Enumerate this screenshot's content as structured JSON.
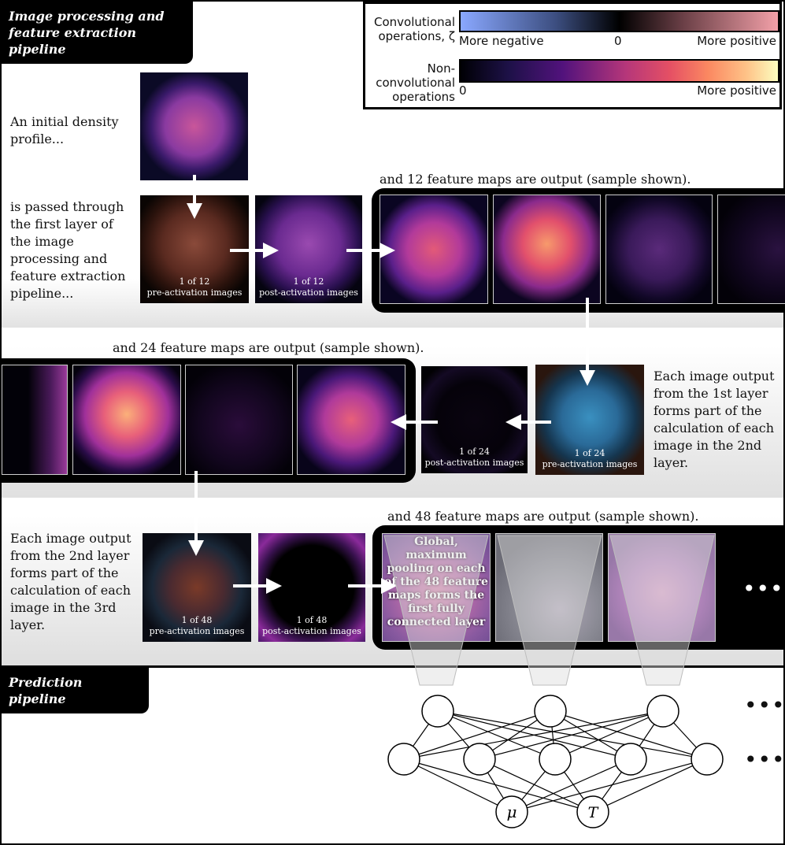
{
  "sections": {
    "feature_title": "Image processing and feature extraction pipeline",
    "prediction_title": "Prediction pipeline"
  },
  "legend": {
    "conv_label": "Convolutional operations, ζ",
    "conv_left": "More negative",
    "conv_mid": "0",
    "conv_right": "More positive",
    "nonconv_label": "Non-convolutional operations",
    "nonconv_left": "0",
    "nonconv_right": "More positive",
    "colors": {
      "conv": [
        "#8aa8ff",
        "#000000",
        "#f2a0a8"
      ],
      "nonconv": [
        "#000004",
        "#b5367a",
        "#fb8861",
        "#fcfdbf"
      ]
    }
  },
  "layer1": {
    "initial_text": "An initial density profile...",
    "passed_text": "is passed through the first layer of the image processing and feature extraction pipeline...",
    "pre_caption_1": "1 of 12",
    "pre_caption_2": "pre-activation images",
    "post_caption_1": "1 of 12",
    "post_caption_2": "post-activation images",
    "output_text": "and 12 feature maps are output (sample shown)."
  },
  "layer2": {
    "output_text": "and 24 feature maps are output (sample shown).",
    "explain_text": "Each image output from the 1st layer forms part of the calculation of each image in the 2nd layer.",
    "pre_caption_1": "1 of 24",
    "pre_caption_2": "pre-activation images",
    "post_caption_1": "1 of 24",
    "post_caption_2": "post-activation images"
  },
  "layer3": {
    "explain_text": "Each image output from the 2nd layer forms part of the calculation of each image in the 3rd layer.",
    "pre_caption_1": "1 of 48",
    "pre_caption_2": "pre-activation images",
    "post_caption_1": "1 of 48",
    "post_caption_2": "post-activation images",
    "output_text": "and 48 feature maps are output (sample shown).",
    "pooling_text": "Global, maximum pooling on each of the 48 feature maps forms the first fully connected layer",
    "ellipsis": "•••"
  },
  "network": {
    "out_mu": "μ",
    "out_t": "T",
    "ellipsis": "•••"
  }
}
